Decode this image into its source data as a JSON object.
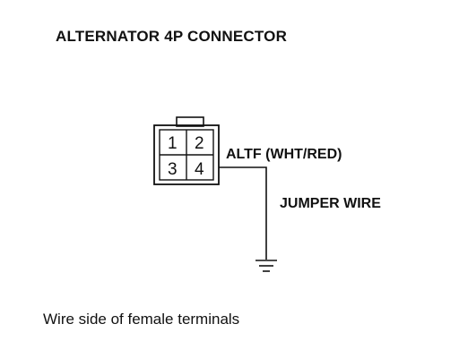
{
  "title": "ALTERNATOR 4P CONNECTOR",
  "connector": {
    "pins": [
      "1",
      "2",
      "3",
      "4"
    ]
  },
  "wire_label": "ALTF (WHT/RED)",
  "jumper_label": "JUMPER WIRE",
  "caption": "Wire side of female terminals",
  "icons": {
    "ground": "ground-symbol-icon"
  }
}
